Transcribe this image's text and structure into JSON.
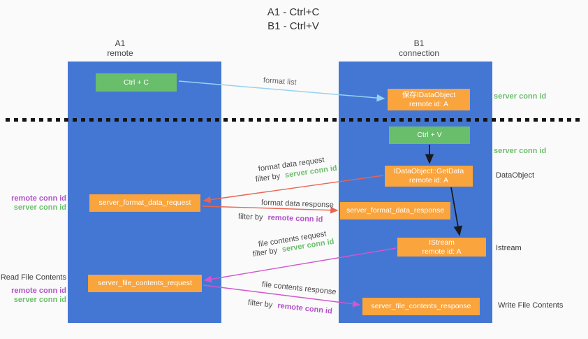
{
  "title": {
    "line1": "A1 - Ctrl+C",
    "line2": "B1 - Ctrl+V"
  },
  "lanes": {
    "a1": {
      "name": "A1",
      "subtitle": "remote"
    },
    "b1": {
      "name": "B1",
      "subtitle": "connection"
    }
  },
  "boxes": {
    "ctrl_c": {
      "label": "Ctrl + C"
    },
    "ctrl_v": {
      "label": "Ctrl + V"
    },
    "save_dataobject": {
      "line1": "保存IDataObject",
      "line2": "remote id: A"
    },
    "getdata": {
      "line1": "IDataObject::GetData",
      "line2": "remote id: A"
    },
    "istream": {
      "line1": "IStream",
      "line2": "remote id: A"
    },
    "server_format_data_request": {
      "label": "server_format_data_request"
    },
    "server_format_data_response": {
      "label": "server_format_data_response"
    },
    "server_file_contents_request": {
      "label": "server_file_contents_request"
    },
    "server_file_contents_response": {
      "label": "server_file_contents_response"
    }
  },
  "arrow_labels": {
    "format_list": "format list",
    "format_data_request": "format data request",
    "format_data_response": "format data response",
    "file_contents_request": "file contents request",
    "file_contents_response": "file contents response",
    "filter_by": "filter by",
    "server_conn_id": "server conn id",
    "remote_conn_id": "remote conn id"
  },
  "side_labels": {
    "right_server_conn_id_top": "server conn id",
    "right_server_conn_id_mid": "server conn id",
    "dataobject": "DataObject",
    "istream": "Istream",
    "write_file_contents": "Write File Contents",
    "read_file_contents": "Read File Contents",
    "left_remote_conn_id_top": "remote conn id",
    "left_server_conn_id_top": "server conn id",
    "left_remote_conn_id_bottom": "remote conn id",
    "left_server_conn_id_bottom": "server conn id"
  },
  "colors": {
    "lane_blue": "#4477D4",
    "box_green": "#69BE6C",
    "box_orange": "#F9A43D",
    "arrow_red": "#E96453",
    "arrow_magenta": "#D356CE",
    "arrow_light_blue": "#97D2EE",
    "arrow_black": "#1A1A1A",
    "text_green": "#6CBF6C",
    "text_purple": "#B153C9",
    "separator_black": "#141414"
  }
}
